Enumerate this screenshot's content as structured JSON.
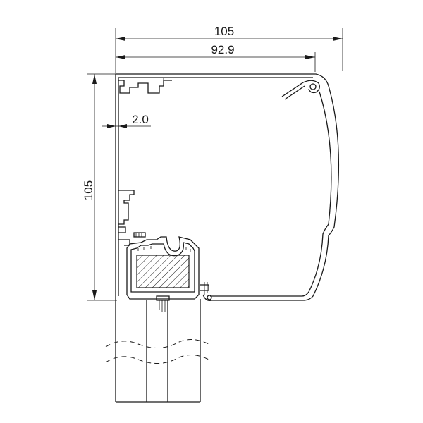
{
  "dimensions": {
    "overall_width": "105",
    "inner_width": "92.9",
    "wall_thickness": "2.0",
    "overall_height": "105"
  },
  "colors": {
    "line": "#1a1a1a",
    "background": "#ffffff"
  }
}
